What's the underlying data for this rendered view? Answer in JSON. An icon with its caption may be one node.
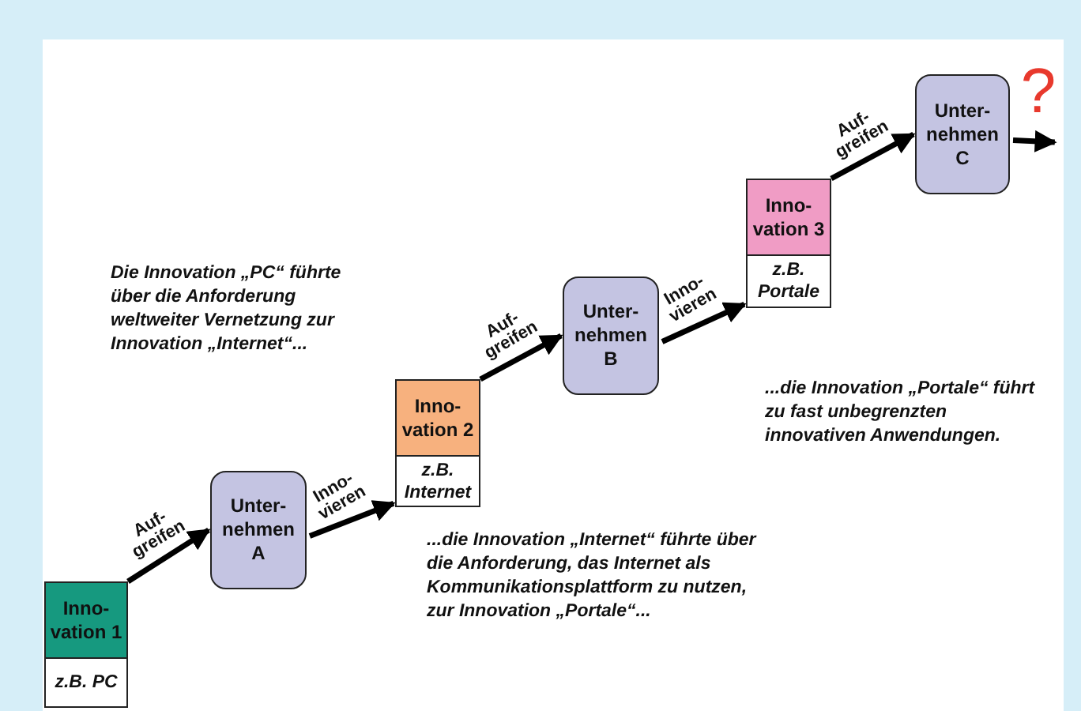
{
  "diagram": {
    "nodes": [
      {
        "text": [
          "Inno- vation 1",
          "z.B. PC"
        ]
      },
      {
        "text": [
          "Unter- nehmen A"
        ]
      },
      {
        "text": [
          "Inno- vation 2",
          "z.B. Internet"
        ]
      },
      {
        "text": [
          "Unter- nehmen B"
        ]
      },
      {
        "text": [
          "Inno- vation 3",
          "z.B. Portale"
        ]
      },
      {
        "text": [
          "Unter- nehmen C"
        ]
      },
      {
        "text": [
          "?"
        ]
      }
    ],
    "edges": [
      {
        "from": 0,
        "to": 1,
        "arrow": "to",
        "label": "Auf- greifen"
      },
      {
        "from": 1,
        "to": 2,
        "arrow": "to",
        "label": "Inno- vieren"
      },
      {
        "from": 2,
        "to": 3,
        "arrow": "to",
        "label": "Auf- greifen"
      },
      {
        "from": 3,
        "to": 4,
        "arrow": "to",
        "label": "Inno- vieren"
      },
      {
        "from": 4,
        "to": 5,
        "arrow": "to",
        "label": "Auf- greifen"
      },
      {
        "from": 5,
        "to": 6,
        "arrow": "to"
      }
    ],
    "labels": [
      "Die Innovation „PC“ führte über die Anforderung weltweiter Vernetzung zur Innovation „Internet“...",
      "...die Innovation „Portale“ führt zu fast unbegrenzten innovativen Anwendungen.",
      "...die Innovation „Internet“ führte über die Anforderung, das Internet als Kommunikationsplattform zu nutzen, zur Innovation „Portale“..."
    ]
  }
}
